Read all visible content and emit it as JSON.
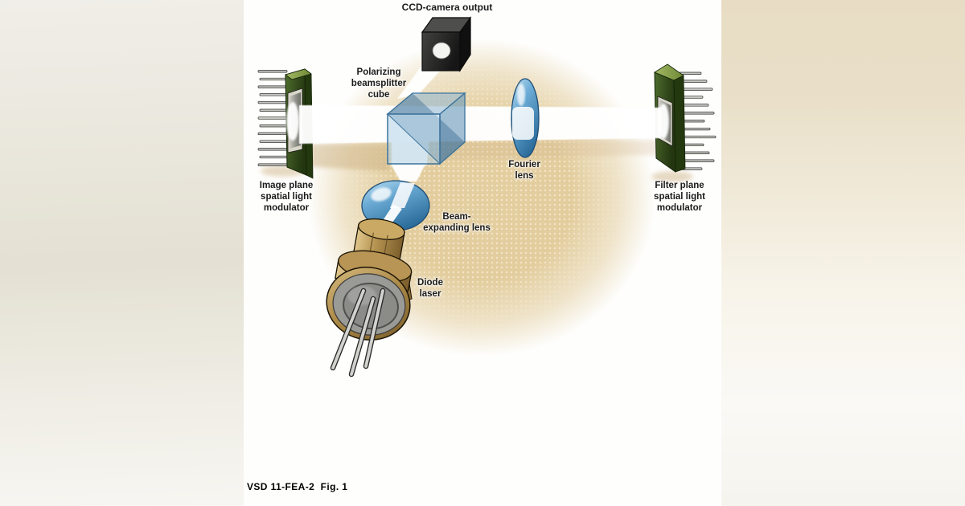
{
  "figure": {
    "caption": "VSD 11-FEA-2  Fig. 1",
    "labels": {
      "ccd_output": {
        "line1": "CCD-camera output"
      },
      "beamsplitter": {
        "line1": "Polarizing",
        "line2": "beamsplitter",
        "line3": "cube"
      },
      "fourier_lens": {
        "line1": "Fourier",
        "line2": "lens"
      },
      "image_plane_slm": {
        "line1": "Image plane",
        "line2": "spatial light",
        "line3": "modulator"
      },
      "filter_plane_slm": {
        "line1": "Filter plane",
        "line2": "spatial light",
        "line3": "modulator"
      },
      "beam_expanding_lens": {
        "line1": "Beam-",
        "line2": "expanding lens"
      },
      "diode_laser": {
        "line1": "Diode",
        "line2": "laser"
      }
    },
    "colors": {
      "glow_tan": "#e1ca98",
      "beam_white": "#ffffff",
      "lens_blue": "#5da0cc",
      "cube_blue": "#9cc3de",
      "slm_green": "#3d5a22",
      "laser_gold": "#b18f4e",
      "ccd_dark": "#262626",
      "label_text": "#1b1b1b"
    }
  }
}
